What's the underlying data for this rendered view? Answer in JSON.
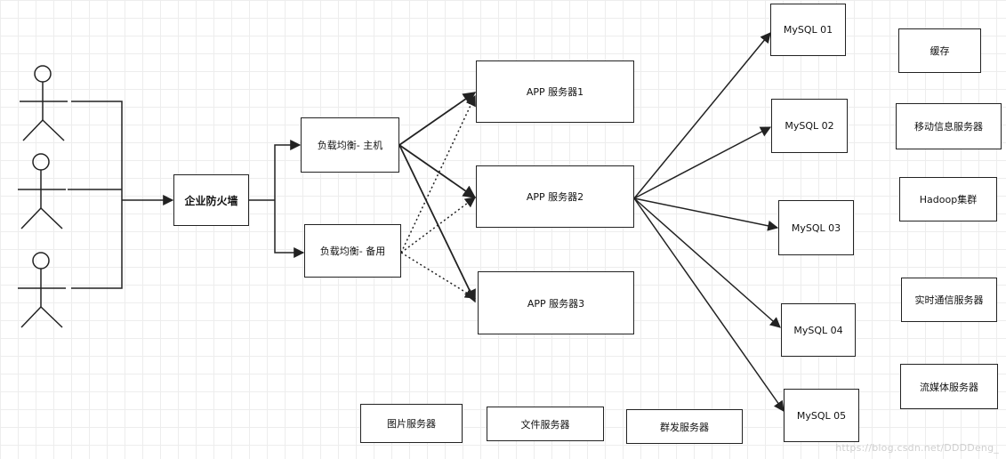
{
  "nodes": {
    "firewall": "企业防火墙",
    "lb_primary": "负载均衡- 主机",
    "lb_backup": "负载均衡- 备用",
    "app1": "APP 服务器1",
    "app2": "APP 服务器2",
    "app3": "APP 服务器3",
    "mysql01": "MySQL 01",
    "mysql02": "MySQL 02",
    "mysql03": "MySQL 03",
    "mysql04": "MySQL 04",
    "mysql05": "MySQL 05",
    "cache": "缓存",
    "mobile_info": "移动信息服务器",
    "hadoop": "Hadoop集群",
    "realtime": "实时通信服务器",
    "streaming": "流媒体服务器",
    "image_server": "图片服务器",
    "file_server": "文件服务器",
    "mass_send": "群发服务器"
  },
  "watermark": "https://blog.csdn.net/DDDDeng_"
}
